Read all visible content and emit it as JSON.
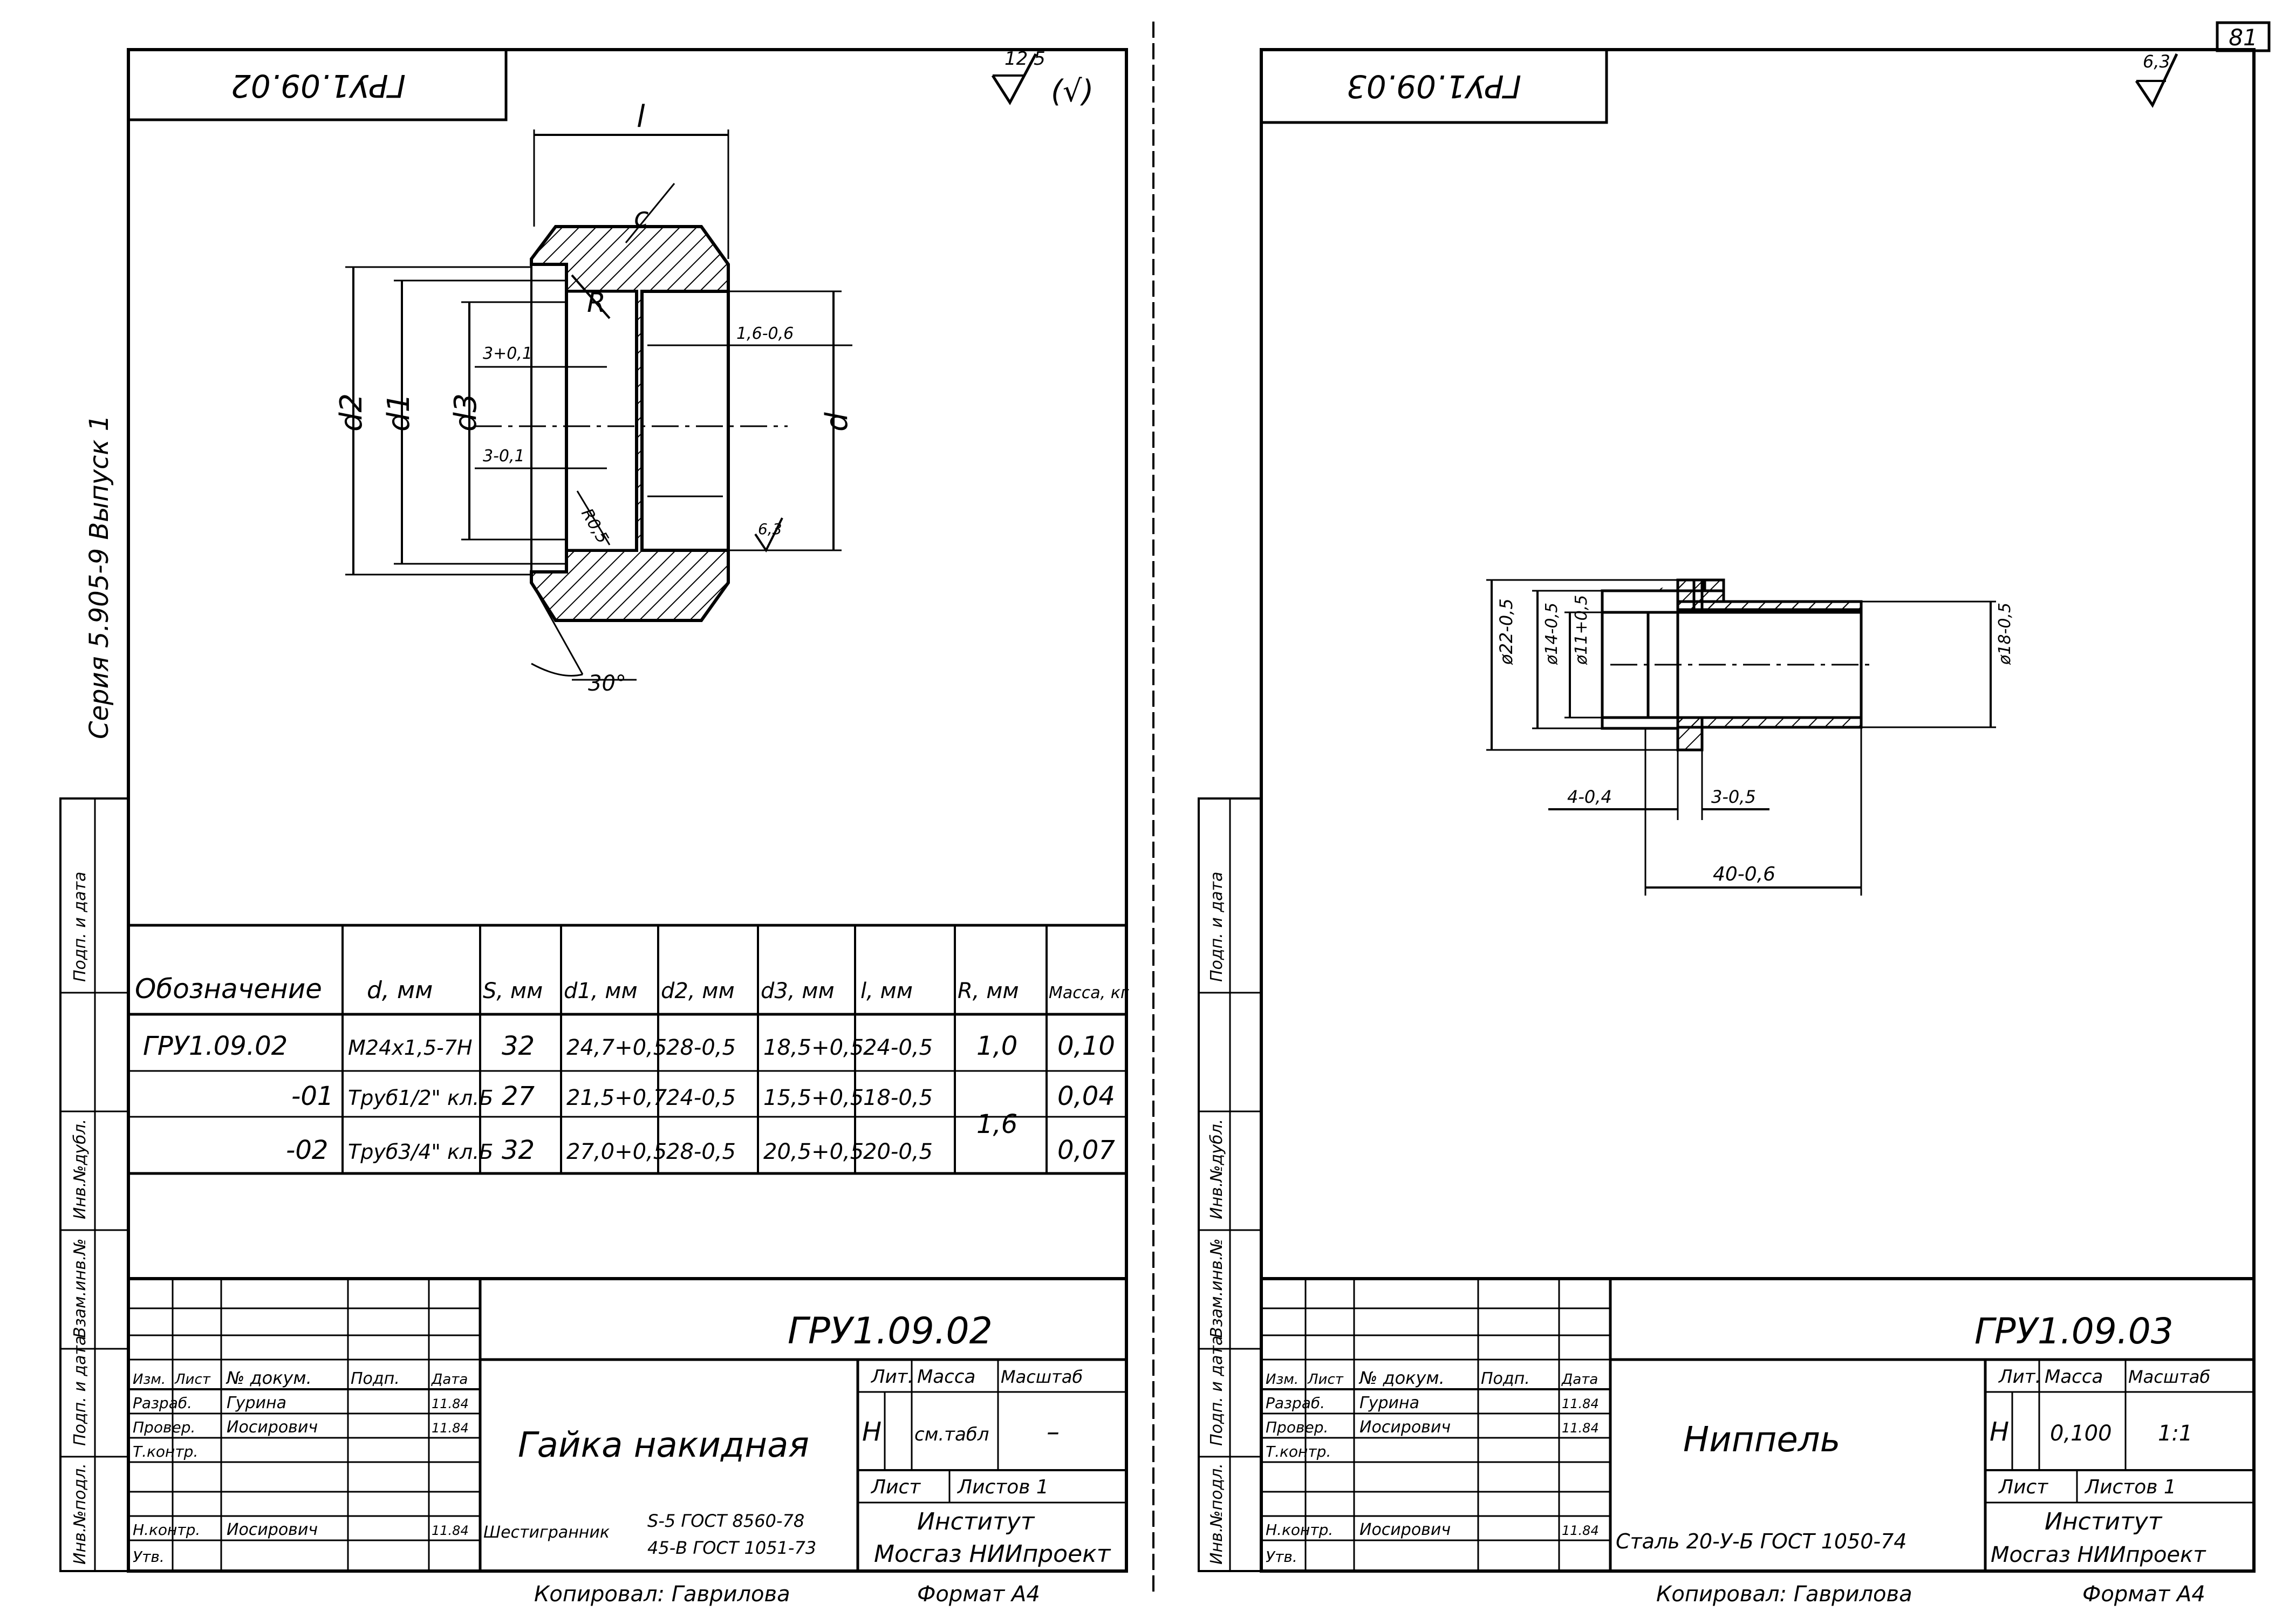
{
  "page_number": "81",
  "series_text": "Серия 5.905-9 Выпуск 1",
  "side_labels": [
    "Инв.№подл.",
    "Подп. и дата",
    "Взам.инв.№",
    "Инв.№дубл.",
    "Подп. и дата"
  ],
  "left": {
    "stamp_code": "ГРУ1.09.02",
    "roughness": "12,5",
    "roughness_extra": "(√)",
    "dims": {
      "l": "l",
      "c": "c",
      "R": "R",
      "d2": "d2",
      "d1": "d1",
      "d3": "d3",
      "d": "d",
      "g1": "3+0,1",
      "g2": "3-0,1",
      "t1": "1,6-0,6",
      "r05": "R0,5",
      "rough63": "6,3",
      "angle": "30°"
    },
    "table": {
      "headers": [
        "Обозначение",
        "d, мм",
        "S, мм",
        "d1, мм",
        "d2, мм",
        "d3, мм",
        "l, мм",
        "R, мм",
        "Масса, кг"
      ],
      "rows": [
        [
          "ГРУ1.09.02",
          "М24х1,5-7Н",
          "32",
          "24,7+0,5",
          "28-0,5",
          "18,5+0,5",
          "24-0,5",
          "1,0",
          "0,10"
        ],
        [
          "-01",
          "Труб1/2\" кл.Б",
          "27",
          "21,5+0,7",
          "24-0,5",
          "15,5+0,5",
          "18-0,5",
          "1,6",
          "0,04"
        ],
        [
          "-02",
          "Труб3/4\" кл.Б",
          "32",
          "27,0+0,5",
          "28-0,5",
          "20,5+0,5",
          "20-0,5",
          "",
          "0,07"
        ]
      ]
    },
    "title_block": {
      "code": "ГРУ1.09.02",
      "name": "Гайка накидная",
      "material": [
        "Шестигранник",
        "S-5 ГОСТ 8560-78",
        "45-В ГОСТ 1051-73"
      ],
      "lit": "Н",
      "mass": "см.табл",
      "scale": "–",
      "col_headers": [
        "Лит.",
        "Масса",
        "Масштаб"
      ],
      "sheet": "Лист",
      "sheets": "Листов 1",
      "org": [
        "Институт",
        "Мосгаз НИИпроект"
      ],
      "rev_header": [
        "Изм.",
        "Лист",
        "№ докум.",
        "Подп.",
        "Дата"
      ],
      "roles": [
        [
          "Разраб.",
          "Гурина",
          "",
          "11.84"
        ],
        [
          "Провер.",
          "Иосирович",
          "",
          "11.84"
        ],
        [
          "Т.контр.",
          "",
          "",
          ""
        ],
        [
          "",
          "",
          "",
          ""
        ],
        [
          "Н.контр.",
          "Иосирович",
          "",
          "11.84"
        ],
        [
          "Утв.",
          "",
          "",
          ""
        ]
      ]
    },
    "copied_by": "Копировал: Гаврилова",
    "format": "Формат А4"
  },
  "right": {
    "stamp_code": "ГРУ1.09.03",
    "roughness": "6,3",
    "dims": {
      "d22": "ø22-0,5",
      "d14": "ø14-0,5",
      "d11": "ø11+0,5",
      "d18": "ø18-0,5",
      "l4": "4-0,4",
      "l3": "3-0,5",
      "l40": "40-0,6"
    },
    "title_block": {
      "code": "ГРУ1.09.03",
      "name": "Ниппель",
      "material": "Сталь 20-У-Б ГОСТ 1050-74",
      "lit": "Н",
      "mass": "0,100",
      "scale": "1:1",
      "col_headers": [
        "Лит.",
        "Масса",
        "Масштаб"
      ],
      "sheet": "Лист",
      "sheets": "Листов 1",
      "org": [
        "Институт",
        "Мосгаз НИИпроект"
      ],
      "rev_header": [
        "Изм.",
        "Лист",
        "№ докум.",
        "Подп.",
        "Дата"
      ],
      "roles": [
        [
          "Разраб.",
          "Гурина",
          "",
          "11.84"
        ],
        [
          "Провер.",
          "Иосирович",
          "",
          "11.84"
        ],
        [
          "Т.контр.",
          "",
          "",
          ""
        ],
        [
          "",
          "",
          "",
          ""
        ],
        [
          "Н.контр.",
          "Иосирович",
          "",
          "11.84"
        ],
        [
          "Утв.",
          "",
          "",
          ""
        ]
      ]
    },
    "copied_by": "Копировал: Гаврилова",
    "format": "Формат А4"
  }
}
